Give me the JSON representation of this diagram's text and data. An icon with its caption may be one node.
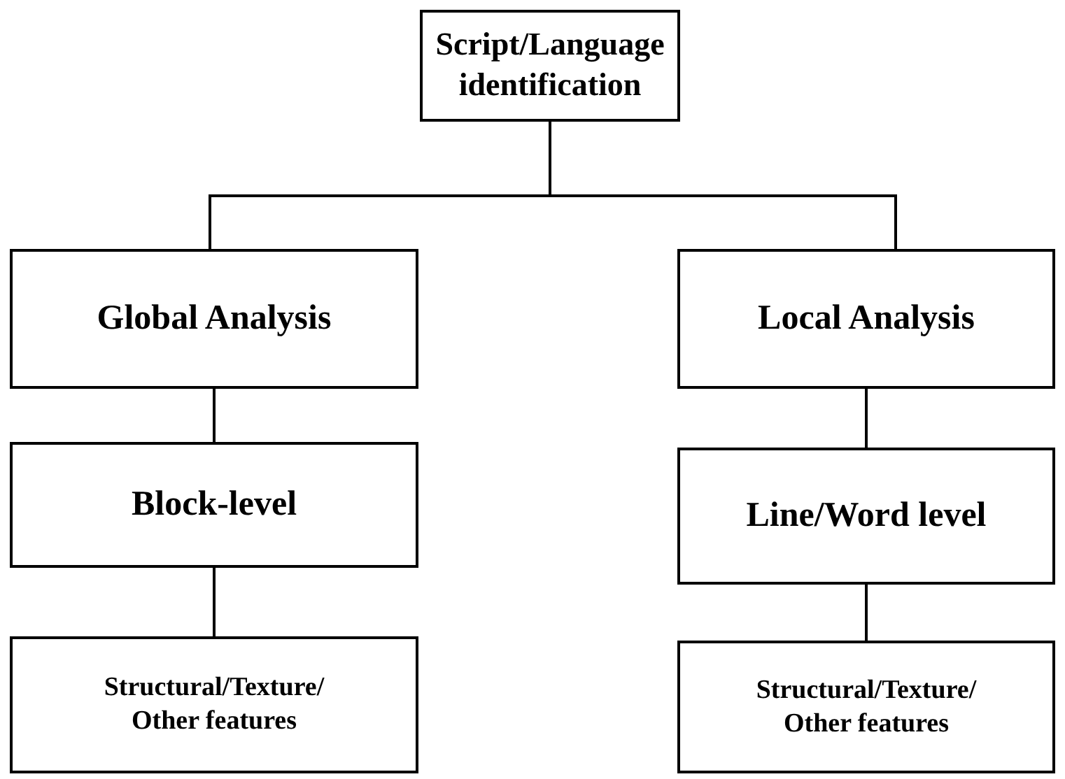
{
  "diagram": {
    "nodes": [
      {
        "text": [
          "Script/Language identification"
        ]
      },
      {
        "text": [
          "Global Analysis"
        ]
      },
      {
        "text": [
          "Local Analysis"
        ]
      },
      {
        "text": [
          "Block-level"
        ]
      },
      {
        "text": [
          "Line/Word level"
        ]
      },
      {
        "text": [
          "Structural/Texture/ Other features"
        ]
      },
      {
        "text": [
          "Structural/Texture/ Other features"
        ]
      }
    ],
    "edges": [
      {
        "from": 0,
        "to": 1,
        "arrow": "none"
      },
      {
        "from": 0,
        "to": 2,
        "arrow": "none"
      },
      {
        "from": 1,
        "to": 3,
        "arrow": "none"
      },
      {
        "from": 3,
        "to": 5,
        "arrow": "none"
      },
      {
        "from": 2,
        "to": 4,
        "arrow": "none"
      },
      {
        "from": 4,
        "to": 6,
        "arrow": "none"
      }
    ]
  }
}
